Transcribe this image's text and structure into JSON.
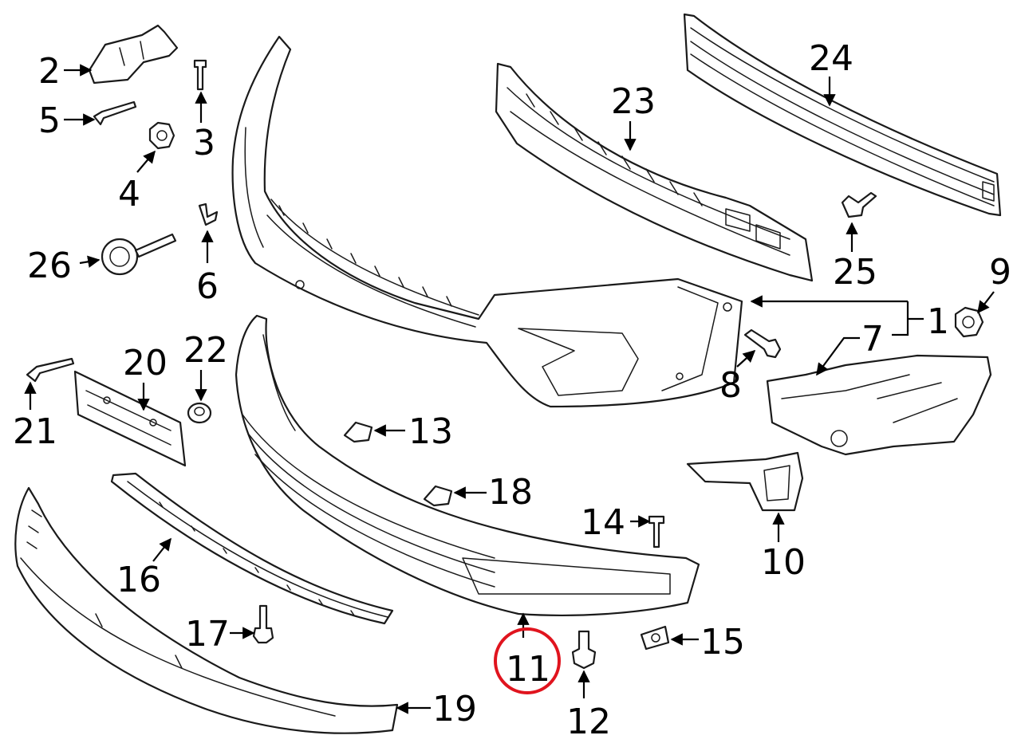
{
  "diagram": {
    "callouts": [
      {
        "id": "1",
        "label": "1"
      },
      {
        "id": "2",
        "label": "2"
      },
      {
        "id": "3",
        "label": "3"
      },
      {
        "id": "4",
        "label": "4"
      },
      {
        "id": "5",
        "label": "5"
      },
      {
        "id": "6",
        "label": "6"
      },
      {
        "id": "7",
        "label": "7"
      },
      {
        "id": "8",
        "label": "8"
      },
      {
        "id": "9",
        "label": "9"
      },
      {
        "id": "10",
        "label": "10"
      },
      {
        "id": "11",
        "label": "11"
      },
      {
        "id": "12",
        "label": "12"
      },
      {
        "id": "13",
        "label": "13"
      },
      {
        "id": "14",
        "label": "14"
      },
      {
        "id": "15",
        "label": "15"
      },
      {
        "id": "16",
        "label": "16"
      },
      {
        "id": "17",
        "label": "17"
      },
      {
        "id": "18",
        "label": "18"
      },
      {
        "id": "19",
        "label": "19"
      },
      {
        "id": "20",
        "label": "20"
      },
      {
        "id": "21",
        "label": "21"
      },
      {
        "id": "22",
        "label": "22"
      },
      {
        "id": "23",
        "label": "23"
      },
      {
        "id": "24",
        "label": "24"
      },
      {
        "id": "25",
        "label": "25"
      },
      {
        "id": "26",
        "label": "26"
      }
    ],
    "highlighted_callout": "11",
    "colors": {
      "line": "#1a1a1a",
      "text": "#000000",
      "highlight": "#e0141e",
      "background": "#ffffff"
    }
  }
}
